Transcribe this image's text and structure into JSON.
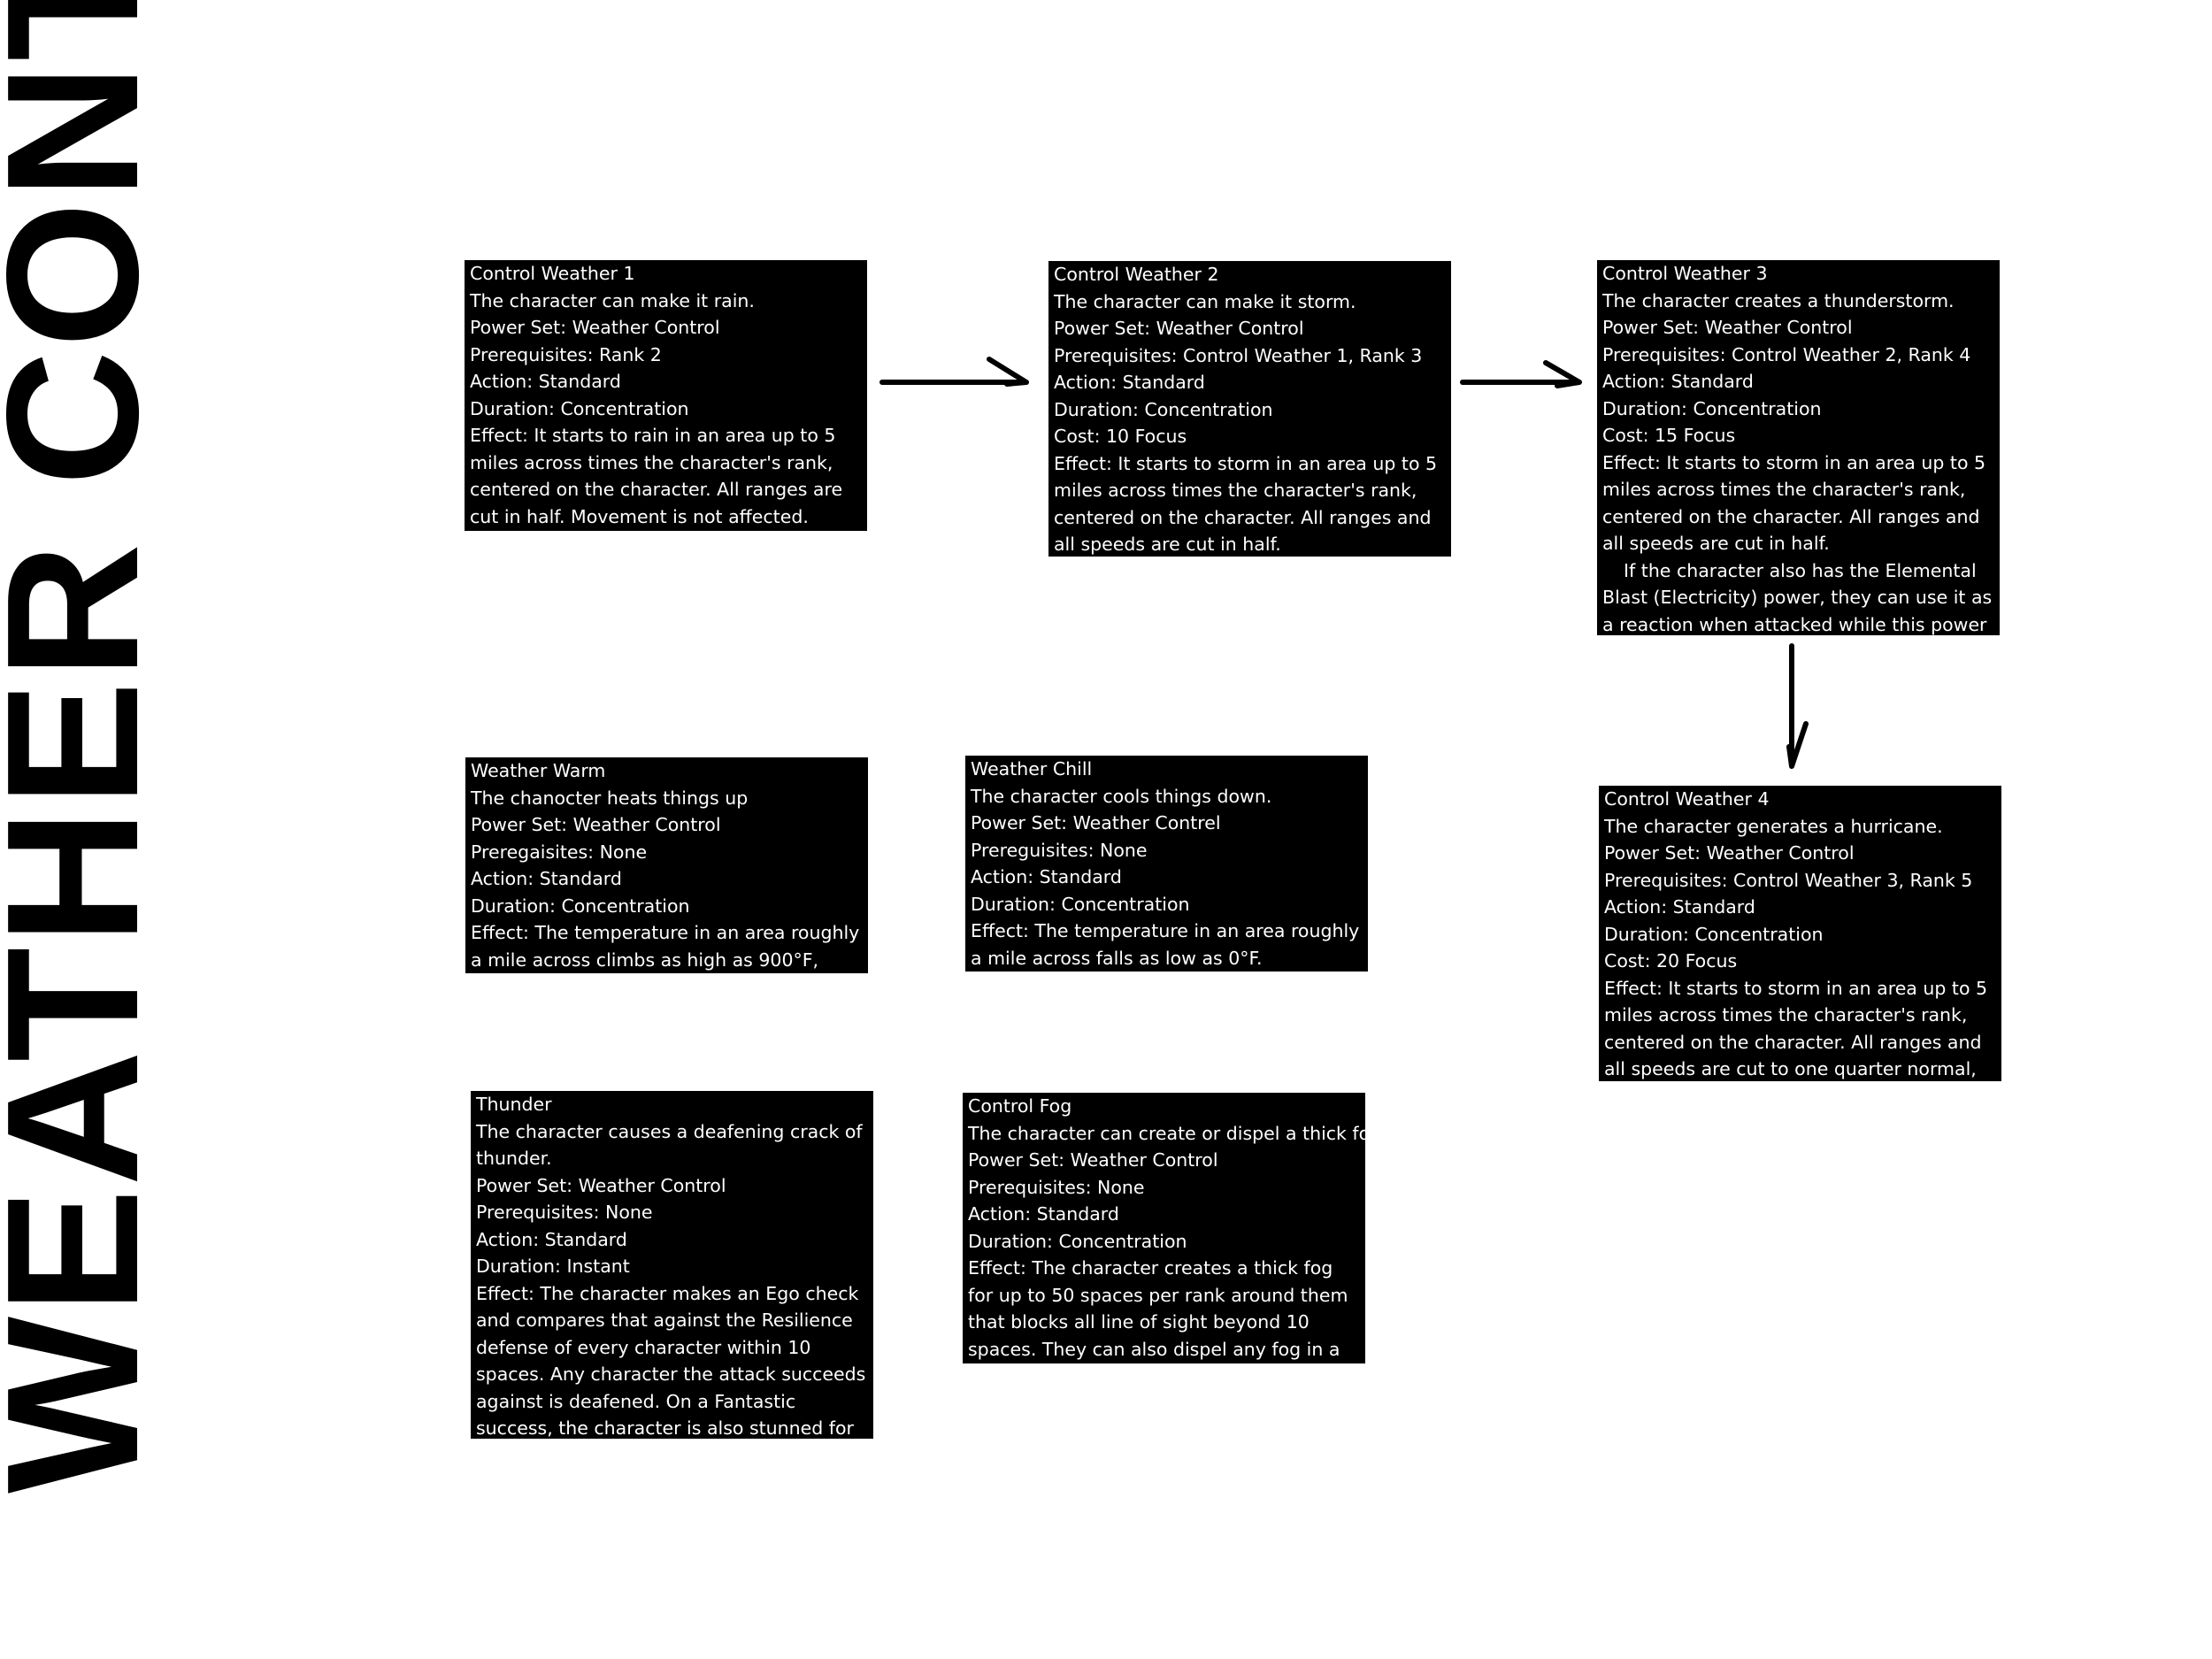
{
  "page": {
    "title": "WEATHER CONT."
  },
  "cards": {
    "control_weather_1": {
      "name": "Control Weather 1",
      "description": "The character can make it rain.",
      "power_set": "Power Set: Weather Control",
      "prerequisites": "Prerequisites: Rank 2",
      "action": "Action: Standard",
      "duration": "Duration: Concentration",
      "effect": "Effect: It starts to rain in an area up to 5 miles across times the character's rank, centered on the character. All ranges are cut in half. Movement is not affected."
    },
    "control_weather_2": {
      "name": "Control Weather 2",
      "description": "The character can make it storm.",
      "power_set": "Power Set: Weather Control",
      "prerequisites": "Prerequisites: Control Weather 1, Rank 3",
      "action": "Action: Standard",
      "duration": "Duration: Concentration",
      "cost": "Cost: 10 Focus",
      "effect": "Effect: It starts to storm in an area up to 5 miles across times the character's rank, centered on the character. All ranges and all speeds are cut in half."
    },
    "control_weather_3": {
      "name": "Control Weather 3",
      "description": "The character creates a thunderstorm.",
      "power_set": "Power Set: Weather Control",
      "prerequisites": "Prerequisites: Control Weather 2, Rank 4",
      "action": "Action: Standard",
      "duration": "Duration: Concentration",
      "cost": "Cost: 15 Focus",
      "effect": "Effect: It starts to storm in an area up to 5 miles across times the character's rank, centered on the character. All ranges and all speeds are cut in half.",
      "note": "If the character also has the Elemental Blast (Electricity) power, they can use it as a reaction when attacked while this power is active."
    },
    "control_weather_4": {
      "name": "Control Weather 4",
      "description": "The character generates a hurricane.",
      "power_set": "Power Set: Weather Control",
      "prerequisites": "Prerequisites: Control Weather 3, Rank 5",
      "action": "Action: Standard",
      "duration": "Duration: Concentration",
      "cost": "Cost: 20 Focus",
      "effect": "Effect: It starts to storm in an area up to 5 miles across times the character's rank, centered on the character. All ranges and all speeds are cut to one quarter normal, and flying is impossible."
    },
    "weather_warm": {
      "name": "Weather Warm",
      "description": "The chanocter heats things up",
      "power_set": "Power Set: Weather Control",
      "prerequisites": "Preregaisites: None",
      "action": "Action: Standard",
      "duration": "Duration: Concentration",
      "effect": "Effect: The temperature in an area roughly a mile across climbs as high as 900°F,"
    },
    "weather_chill": {
      "name": "Weather Chill",
      "description": "The character cools things down.",
      "power_set": "Power Set: Weather Contrel",
      "prerequisites": "Prereguisites: None",
      "action": "Action: Standard",
      "duration": "Duration: Concentration",
      "effect": "Effect: The temperature in an area roughly a mile across falls as low as 0°F."
    },
    "thunder": {
      "name": "Thunder",
      "description": "The character causes a deafening crack of thunder.",
      "power_set": "Power Set: Weather Control",
      "prerequisites": "Prerequisites: None",
      "action": "Action: Standard",
      "duration": "Duration: Instant",
      "effect": "Effect: The character makes an Ego check and compares that against the Resilience defense of every character within 10 spaces. Any character the attack succeeds against is deafened. On a Fantastic success, the character is also stunned for one round."
    },
    "control_fog": {
      "name": "Control Fog",
      "description": "The character can create or dispel a thick fog.",
      "power_set": "Power Set: Weather Control",
      "prerequisites": "Prerequisites: None",
      "action": "Action: Standard",
      "duration": "Duration: Concentration",
      "effect": "Effect: The character creates a thick fog for up to 50 spaces per rank around them that blocks all line of sight beyond 10 spaces. They can also dispel any fog in a similar area."
    }
  }
}
